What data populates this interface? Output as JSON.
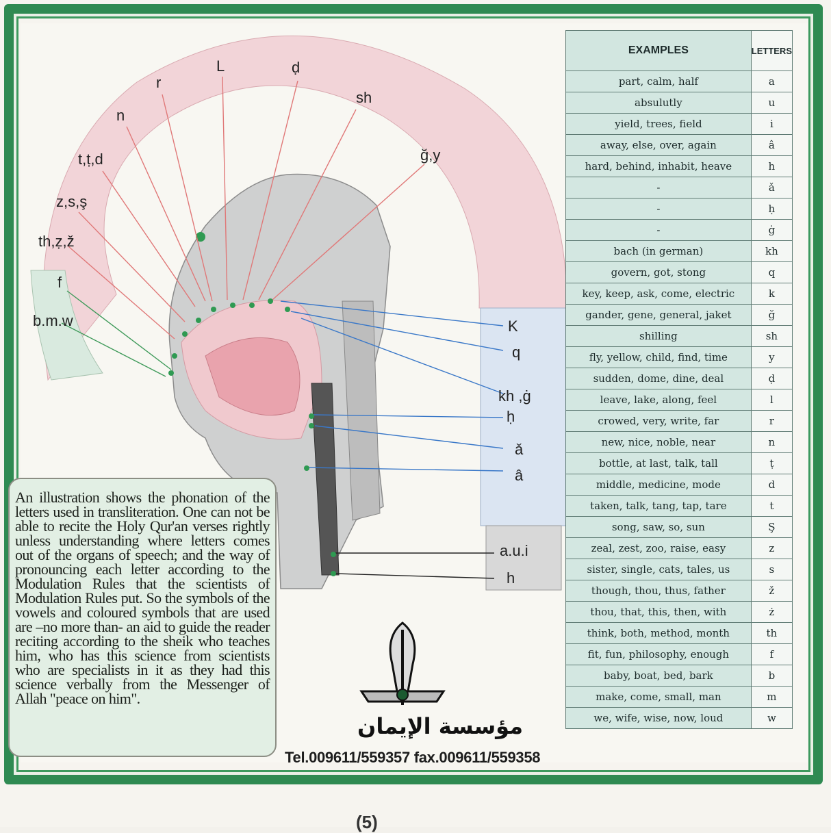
{
  "table": {
    "header_examples": "EXAMPLES",
    "header_letters": "LETTERS",
    "rows": [
      {
        "example": "part, calm, half",
        "letter": "a"
      },
      {
        "example": "absulutly",
        "letter": "u"
      },
      {
        "example": "yield, trees, field",
        "letter": "i"
      },
      {
        "example": "away, else, over, again",
        "letter": "â"
      },
      {
        "example": "hard, behind, inhabit, heave",
        "letter": "h"
      },
      {
        "example": "-",
        "letter": "ǎ"
      },
      {
        "example": "-",
        "letter": "ḥ"
      },
      {
        "example": "-",
        "letter": "ġ"
      },
      {
        "example": "bach (in german)",
        "letter": "kh"
      },
      {
        "example": "govern, got, stong",
        "letter": "q"
      },
      {
        "example": "key, keep, ask, come, electric",
        "letter": "k"
      },
      {
        "example": "gander, gene, general, jaket",
        "letter": "ğ"
      },
      {
        "example": "shilling",
        "letter": "sh"
      },
      {
        "example": "fly, yellow, child, find, time",
        "letter": "y"
      },
      {
        "example": "sudden, dome, dine, deal",
        "letter": "ḍ"
      },
      {
        "example": "leave, lake, along, feel",
        "letter": "l"
      },
      {
        "example": "crowed, very, write, far",
        "letter": "r"
      },
      {
        "example": "new, nice, noble, near",
        "letter": "n"
      },
      {
        "example": "bottle, at last, talk, tall",
        "letter": "ṭ"
      },
      {
        "example": "middle, medicine, mode",
        "letter": "d"
      },
      {
        "example": "taken, talk, tang, tap, tare",
        "letter": "t"
      },
      {
        "example": "song, saw, so, sun",
        "letter": "Ş"
      },
      {
        "example": "zeal, zest, zoo, raise, easy",
        "letter": "z"
      },
      {
        "example": "sister, single, cats, tales, us",
        "letter": "s"
      },
      {
        "example": "though, thou, thus, father",
        "letter": "ž"
      },
      {
        "example": "thou, that, this, then, with",
        "letter": "ż"
      },
      {
        "example": "think, both, method, month",
        "letter": "th"
      },
      {
        "example": "fit, fun, philosophy, enough",
        "letter": "f"
      },
      {
        "example": "baby, boat, bed, bark",
        "letter": "b"
      },
      {
        "example": "make, come, small, man",
        "letter": "m"
      },
      {
        "example": "we, wife, wise, now, loud",
        "letter": "w"
      }
    ]
  },
  "diagram": {
    "labels_top": [
      "n",
      "r",
      "L",
      "ḍ",
      "sh",
      "ğ,y",
      "t,ṭ,d",
      "z,s,ş",
      "th,ẓ,ž",
      "f",
      "b.m.w"
    ],
    "labels_right": [
      "K",
      "q",
      "kh ,ġ",
      "ḥ",
      "ǎ",
      "â",
      "a.u.i",
      "h"
    ]
  },
  "note": {
    "text": "An illustration shows the phonation of the letters used in transliteration. One can not be able to recite the Holy Qur'an verses rightly unless understanding where letters comes out of the organs of speech; and the way of pronouncing each letter according to the Modulation Rules that the scientists of Modulation Rules put. So the symbols of the vowels and coloured symbols that are used are –no more than- an aid to guide the reader reciting according to the sheik who teaches him, who has this science from scientists who are specialists in it as they had this science verbally from the Messenger of Allah \"peace on him\"."
  },
  "logo_text": "مؤسسة الإيمان",
  "footer": "Tel.009611/559357 fax.009611/559358",
  "page_number": "(5)",
  "colors": {
    "frame_green": "#2f8a52",
    "arch_pink": "#f3d6da",
    "throat_blue": "#dde7f3",
    "red_arrow": "#e07878",
    "blue_arrow": "#3a78c8",
    "green_arrow": "#3f9a5a"
  }
}
